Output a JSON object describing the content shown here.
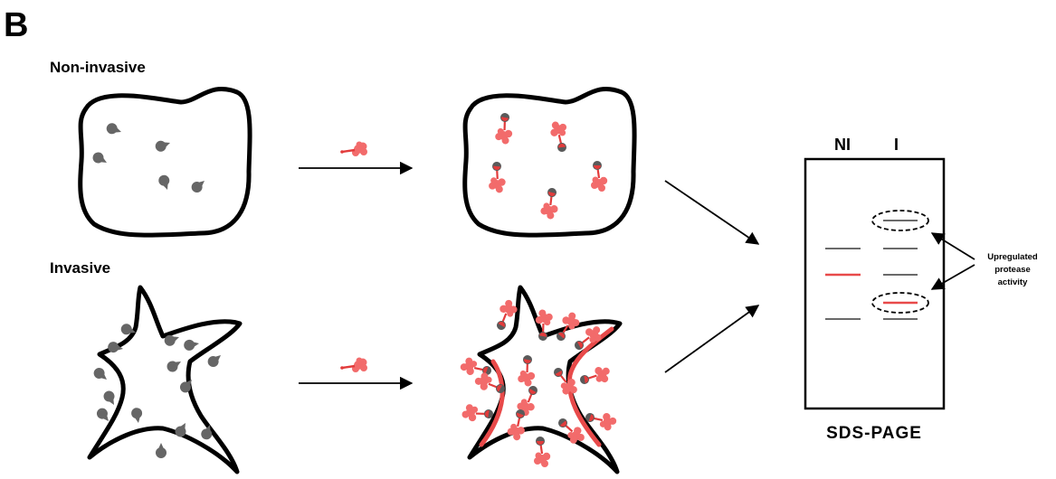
{
  "panel": {
    "letter": "B"
  },
  "rows": {
    "top_label": "Non-invasive",
    "bottom_label": "Invasive"
  },
  "gel": {
    "lane_labels": [
      "NI",
      "I"
    ],
    "caption": "SDS-PAGE",
    "annotation_lines": [
      "Upregulated",
      "protease",
      "activity"
    ]
  },
  "colors": {
    "outline": "#000000",
    "probe": "#f26b6b",
    "probe_dark": "#e23b3b",
    "protease": "#666666",
    "band_grey": "#555555",
    "band_red": "#e84a4a"
  },
  "icons": {
    "protease": "pacman-shape",
    "probe": "red-probe-molecule",
    "highlight": "dashed-ellipse"
  }
}
